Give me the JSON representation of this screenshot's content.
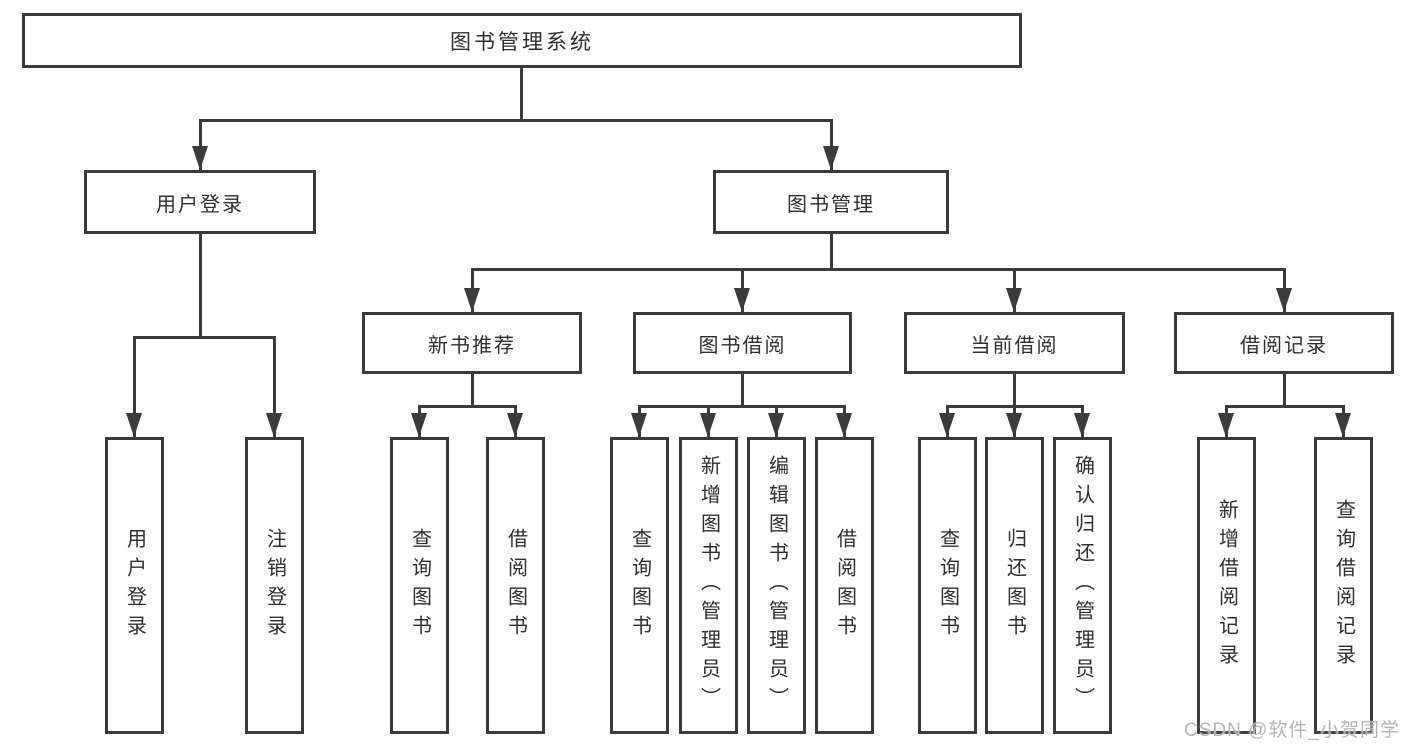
{
  "diagram": {
    "root": {
      "label": "图书管理系统"
    },
    "level2": [
      {
        "label": "用户登录"
      },
      {
        "label": "图书管理"
      }
    ],
    "level3": [
      {
        "label": "新书推荐"
      },
      {
        "label": "图书借阅"
      },
      {
        "label": "当前借阅"
      },
      {
        "label": "借阅记录"
      }
    ],
    "leaves": [
      {
        "label": "用户登录"
      },
      {
        "label": "注销登录"
      },
      {
        "label": "查询图书"
      },
      {
        "label": "借阅图书"
      },
      {
        "label": "查询图书"
      },
      {
        "label": "新增图书（管理员）"
      },
      {
        "label": "编辑图书（管理员）"
      },
      {
        "label": "借阅图书"
      },
      {
        "label": "查询图书"
      },
      {
        "label": "归还图书"
      },
      {
        "label": "确认归还（管理员）"
      },
      {
        "label": "新增借阅记录"
      },
      {
        "label": "查询借阅记录"
      }
    ]
  },
  "watermark": {
    "text": "CSDN @软件_小贺同学"
  },
  "colors": {
    "line": "#3b3b3b",
    "text": "#2f2f2f",
    "background": "#ffffff",
    "watermark": "#b4b4b4"
  }
}
